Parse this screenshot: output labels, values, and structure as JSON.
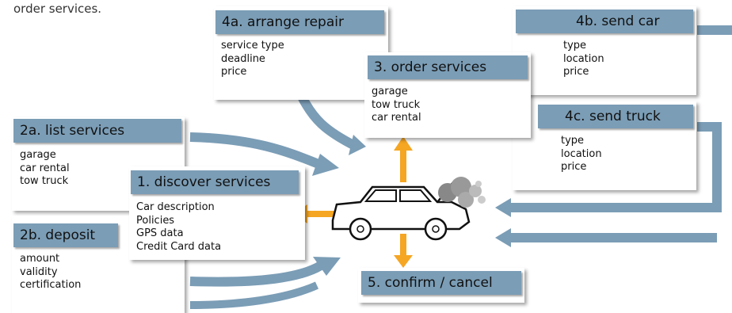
{
  "intro_text": "order services.",
  "boxes": {
    "arrange_repair": {
      "title": "4a. arrange repair",
      "items": [
        "service type",
        "deadline",
        "price"
      ]
    },
    "send_car": {
      "title": "4b. send car",
      "items": [
        "type",
        "location",
        "price"
      ]
    },
    "order_services": {
      "title": "3. order services",
      "items": [
        "garage",
        "tow truck",
        "car rental"
      ]
    },
    "send_truck": {
      "title": "4c. send truck",
      "items": [
        "type",
        "location",
        "price"
      ]
    },
    "list_services": {
      "title": "2a. list services",
      "items": [
        "garage",
        "car rental",
        "tow truck"
      ]
    },
    "discover_services": {
      "title": "1. discover services",
      "items": [
        "Car description",
        "Policies",
        "GPS data",
        "Credit Card data"
      ]
    },
    "deposit": {
      "title": "2b. deposit",
      "items": [
        "amount",
        "validity",
        "certification"
      ]
    },
    "confirm_cancel": {
      "title": "5. confirm / cancel"
    }
  },
  "colors": {
    "title_fill": "#7b9db6",
    "arrow_blue": "#7b9db6",
    "arrow_orange": "#f5a623"
  },
  "icons": {
    "car": "broken-down-car-icon",
    "smoke": "smoke-icon"
  }
}
